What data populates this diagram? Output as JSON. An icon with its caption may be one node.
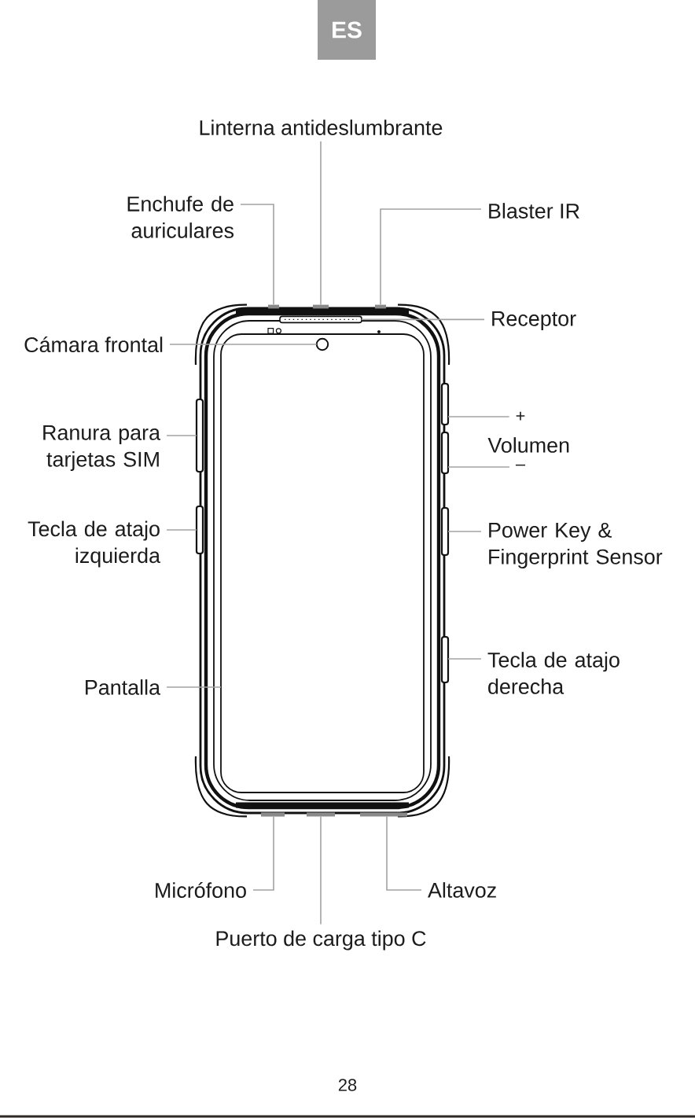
{
  "diagram": {
    "nodes": [
      {
        "text": [
          "ES"
        ]
      },
      {
        "text": [
          "Linterna antideslumbrante"
        ]
      },
      {
        "text": [
          "Enchufe de auriculares"
        ]
      },
      {
        "text": [
          "Blaster IR"
        ]
      },
      {
        "text": [
          "Receptor"
        ]
      },
      {
        "text": [
          "Cámara frontal"
        ]
      },
      {
        "text": [
          "+"
        ]
      },
      {
        "text": [
          "Ranura para tarjetas SIM"
        ]
      },
      {
        "text": [
          "–"
        ]
      },
      {
        "text": [
          "Tecla de atajo izquierda"
        ]
      },
      {
        "text": [
          "Power Key & Fingerprint Sensor"
        ]
      },
      {
        "text": [
          "Tecla de atajo derecha"
        ]
      },
      {
        "text": [
          "Pantalla"
        ]
      },
      {
        "text": [
          "Micrófono"
        ]
      },
      {
        "text": [
          "Altavoz"
        ]
      },
      {
        "text": [
          "Puerto de carga tipo C"
        ]
      },
      {
        "text": [],
        "shape": "bar"
      },
      {
        "text": [],
        "shape": "bar"
      },
      {
        "text": [],
        "shape": "bar"
      },
      {
        "text": [],
        "shape": "bar"
      },
      {
        "text": [],
        "shape": "box"
      },
      {
        "text": [],
        "shape": "circle",
        "in": 20
      },
      {
        "text": [],
        "shape": "bar"
      },
      {
        "text": [],
        "shape": "bar"
      },
      {
        "text": [],
        "shape": "bar"
      },
      {
        "text": [],
        "shape": "bar"
      },
      {
        "text": [],
        "shape": "bar"
      },
      {
        "text": [],
        "shape": "bar"
      },
      {
        "text": [],
        "shape": "bar"
      },
      {
        "text": [],
        "shape": "bar"
      },
      {
        "text": [],
        "shape": "bar"
      }
    ],
    "edges": [
      {
        "from": 1,
        "to": 17,
        "arrow": "none"
      },
      {
        "from": 2,
        "to": 16,
        "arrow": "none"
      },
      {
        "from": 3,
        "to": 18,
        "arrow": "none"
      },
      {
        "from": 4,
        "to": 19,
        "arrow": "none"
      },
      {
        "from": 5,
        "to": 21,
        "arrow": "none"
      },
      {
        "from": 6,
        "to": 24,
        "arrow": "none"
      },
      {
        "from": 7,
        "to": 22,
        "arrow": "none"
      },
      {
        "from": 8,
        "to": 25,
        "arrow": "none"
      },
      {
        "from": 9,
        "to": 23,
        "arrow": "none"
      },
      {
        "from": 10,
        "to": 26,
        "arrow": "none"
      },
      {
        "from": 11,
        "to": 27,
        "arrow": "none"
      },
      {
        "from": 12,
        "to": 20,
        "arrow": "none"
      },
      {
        "from": 13,
        "to": 28,
        "arrow": "none"
      },
      {
        "from": 14,
        "to": 30,
        "arrow": "none"
      },
      {
        "from": 15,
        "to": 29,
        "arrow": "none"
      }
    ],
    "labels": [
      "Volumen",
      "28"
    ]
  }
}
